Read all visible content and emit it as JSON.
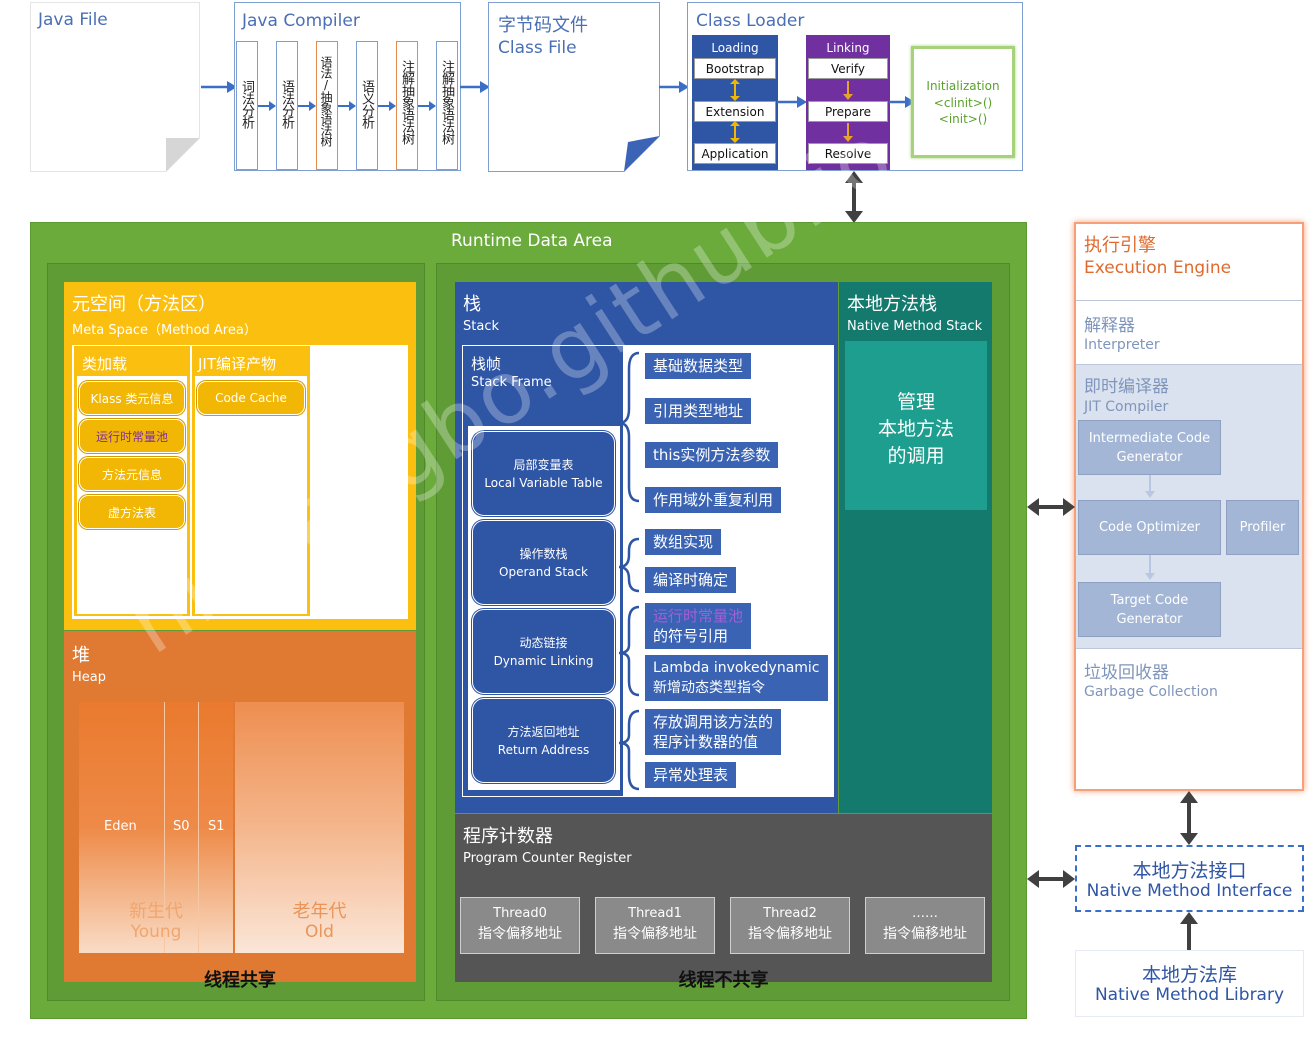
{
  "java_file": {
    "title": "Java File"
  },
  "compiler": {
    "title": "Java Compiler",
    "stages": [
      "词法分析",
      "语法分析",
      "语法/抽象语法树",
      "语义分析",
      "注解抽象语法树",
      "注解抽象语法树"
    ]
  },
  "bytecode": {
    "title_cn": "字节码文件",
    "title_en": "Class File"
  },
  "class_loader": {
    "title": "Class Loader",
    "loading": {
      "header": "Loading",
      "items": [
        "Bootstrap",
        "Extension",
        "Application"
      ]
    },
    "linking": {
      "header": "Linking",
      "items": [
        "Verify",
        "Prepare",
        "Resolve"
      ]
    },
    "initialization": {
      "title": "Initialization",
      "items": [
        "<clinit>()",
        "<init>()"
      ]
    }
  },
  "runtime": {
    "title": "Runtime Data Area",
    "shared_label": "线程共享",
    "not_shared_label": "线程不共享",
    "meta_space": {
      "title_cn": "元空间（方法区）",
      "title_en": "Meta Space（Method Area）",
      "class_load": {
        "title": "类加载",
        "items": [
          "Klass 类元信息",
          "运行时常量池",
          "方法元信息",
          "虚方法表"
        ]
      },
      "jit_output": {
        "title": "JIT编译产物",
        "items": [
          "Code Cache"
        ]
      }
    },
    "heap": {
      "title_cn": "堆",
      "title_en": "Heap",
      "eden": "Eden",
      "s0": "S0",
      "s1": "S1",
      "young_cn": "新生代",
      "young_en": "Young",
      "old_cn": "老年代",
      "old_en": "Old"
    },
    "stack": {
      "title_cn": "栈",
      "title_en": "Stack",
      "frame_title_cn": "栈帧",
      "frame_title_en": "Stack Frame",
      "frames": [
        {
          "cn": "局部变量表",
          "en": "Local Variable Table"
        },
        {
          "cn": "操作数栈",
          "en": "Operand Stack"
        },
        {
          "cn": "动态链接",
          "en": "Dynamic Linking"
        },
        {
          "cn": "方法返回地址",
          "en": "Return Address"
        }
      ],
      "details": {
        "local_vars": [
          "基础数据类型",
          "引用类型地址",
          "this实例方法参数",
          "作用域外重复利用"
        ],
        "operand": [
          "数组实现",
          "编译时确定"
        ],
        "dynamic_a": [
          "运行时常量池",
          "的符号引用"
        ],
        "dynamic_b": [
          "Lambda invokedynamic",
          "新增动态类型指令"
        ],
        "return_a": [
          "存放调用该方法的",
          "程序计数器的值"
        ],
        "return_b": [
          "异常处理表"
        ]
      }
    },
    "native_stack": {
      "title_cn": "本地方法栈",
      "title_en": "Native Method Stack",
      "content": [
        "管理",
        "本地方法",
        "的调用"
      ]
    },
    "pc": {
      "title_cn": "程序计数器",
      "title_en": "Program Counter Register",
      "threads": [
        {
          "name": "Thread0",
          "desc": "指令偏移地址"
        },
        {
          "name": "Thread1",
          "desc": "指令偏移地址"
        },
        {
          "name": "Thread2",
          "desc": "指令偏移地址"
        },
        {
          "name": "……",
          "desc": "指令偏移地址"
        }
      ]
    }
  },
  "engine": {
    "title_cn": "执行引擎",
    "title_en": "Execution Engine",
    "interpreter": {
      "cn": "解释器",
      "en": "Interpreter"
    },
    "jit": {
      "cn": "即时编译器",
      "en": "JIT Compiler",
      "icg": [
        "Intermediate Code",
        "Generator"
      ],
      "optimizer": "Code Optimizer",
      "profiler": "Profiler",
      "tcg": [
        "Target Code",
        "Generator"
      ]
    },
    "gc": {
      "cn": "垃圾回收器",
      "en": "Garbage Collection"
    }
  },
  "native_interface": {
    "cn": "本地方法接口",
    "en": "Native Method Interface"
  },
  "native_library": {
    "cn": "本地方法库",
    "en": "Native Method Library"
  },
  "watermark": "hizhangbo.github.io",
  "colors": {
    "runtime_green": "#6aab3c",
    "meta_yellow": "#fbbf10",
    "heap_orange": "#e07a32",
    "stack_blue": "#2f55a5",
    "native_teal": "#147a6e",
    "pc_gray": "#555555",
    "engine_border": "#f6a07a"
  }
}
